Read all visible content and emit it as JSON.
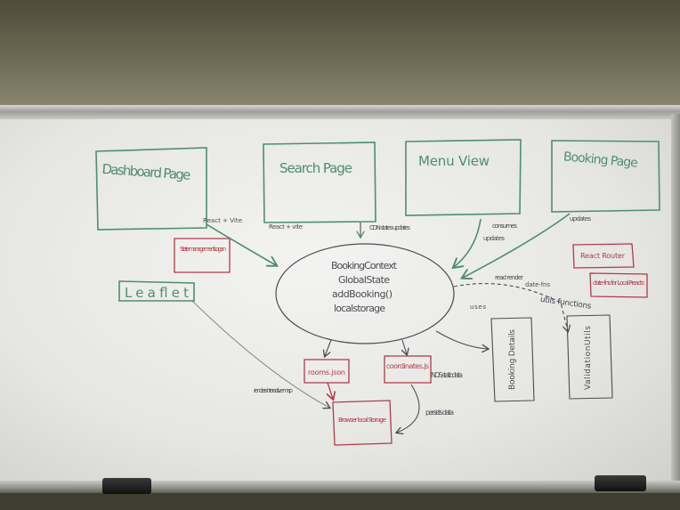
{
  "pages": [
    {
      "label": "Dashboard Page"
    },
    {
      "label": "Search Page"
    },
    {
      "label": "Menu View"
    },
    {
      "label": "Booking Page"
    }
  ],
  "center": {
    "lines": [
      "BookingContext",
      "GlobalState",
      "addBooking()",
      "localstorage"
    ]
  },
  "notes": {
    "state_mgmt": "State management Logan",
    "leaflet": "Leaflet",
    "rooms_json": "rooms.json",
    "coordinates": "coordinates.js",
    "browser": "Browser local Storage",
    "booking_details": "Booking Details",
    "validation_utils": "ValidationUtils",
    "react_router": "React Router",
    "date_fns": "date-fns for Local Reacts",
    "utils": "utils functions"
  },
  "edge_labels": {
    "react_vite_1": "React + Vite",
    "react_vite_2": "React + vite",
    "cdn_updates": "CDN states updates",
    "consumes": "consumes",
    "updates_menu": "updates",
    "updates_booking": "updates",
    "read_render": "read render",
    "date_fns_small": "date-fns",
    "uses": "uses",
    "renders_map": "renders interactive map",
    "static_data": "NOS static data",
    "persist_data": "persists data"
  },
  "colors": {
    "green_marker": "#4f8e6e",
    "red_marker": "#b03a4c",
    "black_marker": "#4c4c52"
  }
}
